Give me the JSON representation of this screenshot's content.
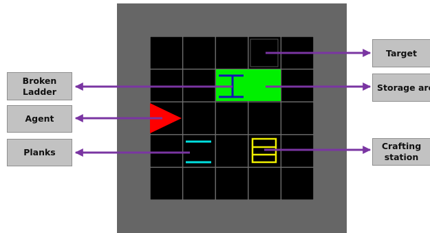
{
  "colors": {
    "outer_wall": "#666666",
    "cell": "#000000",
    "grid_line": "#6f6f6f",
    "storage_area": "#00f000",
    "broken_ladder": "#1414b4",
    "agent": "#ff0000",
    "planks": "#00e0e0",
    "crafting_station": "#f0f000",
    "arrow": "#7a35a2",
    "label_box": "#c2c2c2"
  },
  "labels": {
    "broken_ladder": [
      "Broken",
      "Ladder"
    ],
    "agent": "Agent",
    "planks": "Planks",
    "target": "Target",
    "storage_area": "Storage area",
    "crafting_station": [
      "Crafting",
      "station"
    ]
  }
}
